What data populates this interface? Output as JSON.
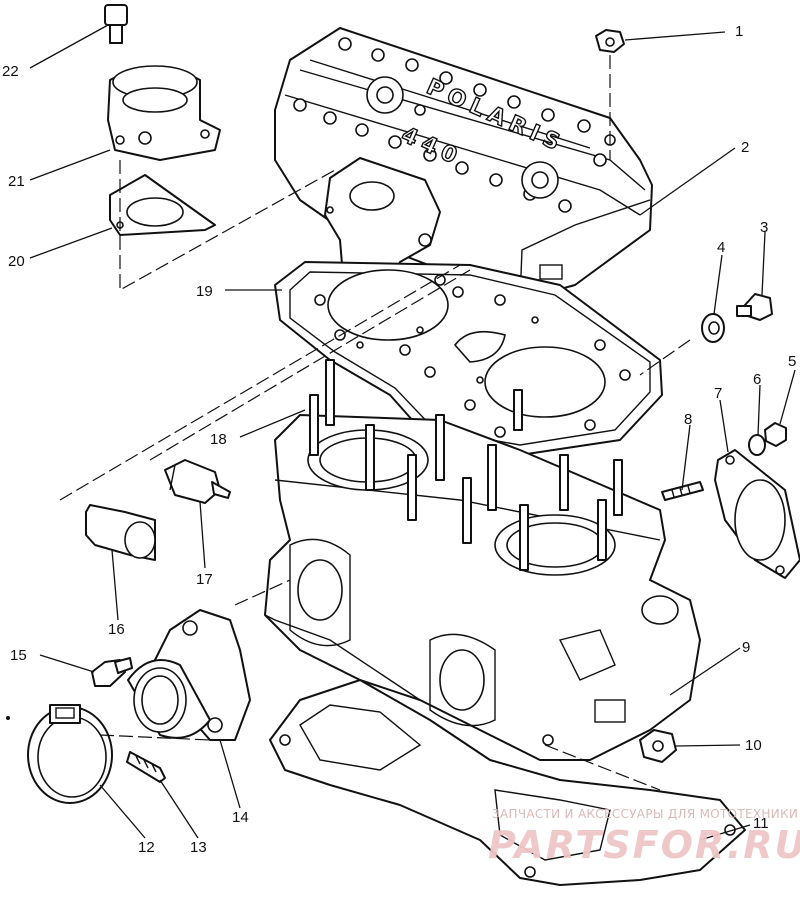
{
  "diagram": {
    "callouts": [
      {
        "id": "c1",
        "label": "1"
      },
      {
        "id": "c2",
        "label": "2"
      },
      {
        "id": "c3",
        "label": "3"
      },
      {
        "id": "c4",
        "label": "4"
      },
      {
        "id": "c5",
        "label": "5"
      },
      {
        "id": "c6",
        "label": "6"
      },
      {
        "id": "c7",
        "label": "7"
      },
      {
        "id": "c8",
        "label": "8"
      },
      {
        "id": "c9",
        "label": "9"
      },
      {
        "id": "c10",
        "label": "10"
      },
      {
        "id": "c11",
        "label": "11"
      },
      {
        "id": "c12",
        "label": "12"
      },
      {
        "id": "c13",
        "label": "13"
      },
      {
        "id": "c14",
        "label": "14"
      },
      {
        "id": "c15",
        "label": "15"
      },
      {
        "id": "c16",
        "label": "16"
      },
      {
        "id": "c17",
        "label": "17"
      },
      {
        "id": "c18",
        "label": "18"
      },
      {
        "id": "c19",
        "label": "19"
      },
      {
        "id": "c20",
        "label": "20"
      },
      {
        "id": "c21",
        "label": "21"
      },
      {
        "id": "c22",
        "label": "22"
      }
    ],
    "head_cover_text": {
      "brand": "POLARIS",
      "model": "440"
    },
    "watermark": {
      "line1": "ЗАПЧАСТИ И АКСЕССУАРЫ ДЛЯ МОТОТЕХНИКИ",
      "line2": "PARTSFOR.RU"
    }
  }
}
